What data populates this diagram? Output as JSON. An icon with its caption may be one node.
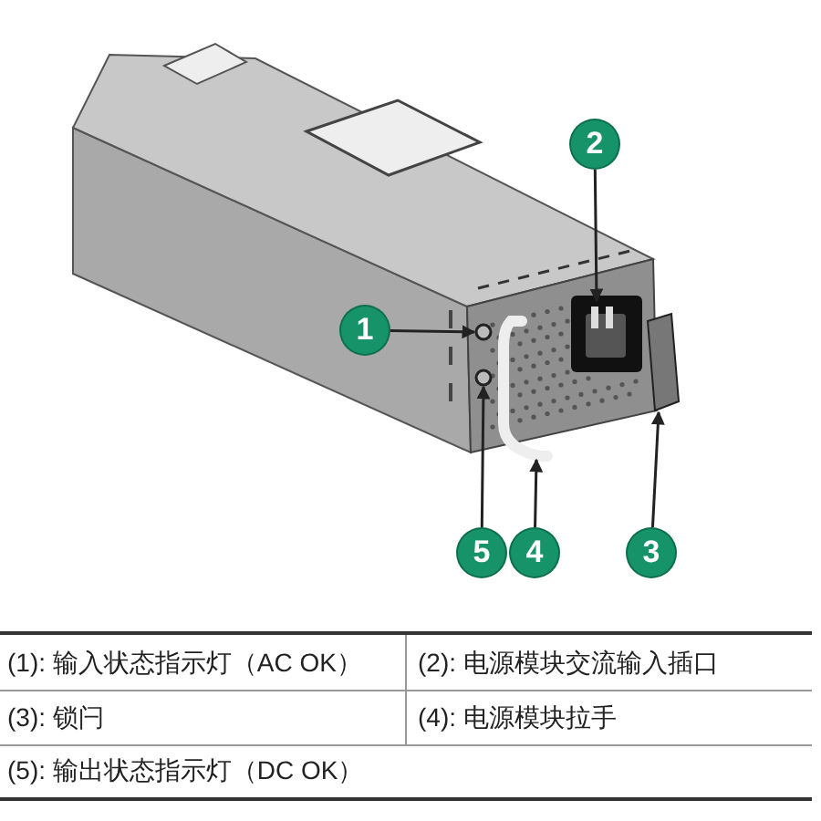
{
  "diagram": {
    "nodes": [
      {
        "text": [
          "1"
        ]
      },
      {
        "text": [],
        "shape": "circle"
      },
      {
        "text": [
          "2"
        ]
      },
      {
        "text": [],
        "shape": "box"
      },
      {
        "text": [
          "3"
        ]
      },
      {
        "text": [],
        "shape": "bar"
      },
      {
        "text": [
          "4"
        ]
      },
      {
        "text": [],
        "shape": "bar"
      },
      {
        "text": [
          "5"
        ]
      },
      {
        "text": [],
        "shape": "circle"
      }
    ],
    "edges": [
      {
        "from": 0,
        "to": 1,
        "arrow": "to"
      },
      {
        "from": 2,
        "to": 3,
        "arrow": "to"
      },
      {
        "from": 4,
        "to": 7,
        "arrow": "to"
      },
      {
        "from": 6,
        "to": 5,
        "arrow": "to"
      },
      {
        "from": 8,
        "to": 9,
        "arrow": "to"
      }
    ],
    "labels": [
      "(1): 输入状态指示灯（AC OK）",
      "(2): 电源模块交流输入插口",
      "(3): 锁闩",
      "(4): 电源模块拉手",
      "(5): 输出状态指示灯（DC OK）"
    ]
  }
}
